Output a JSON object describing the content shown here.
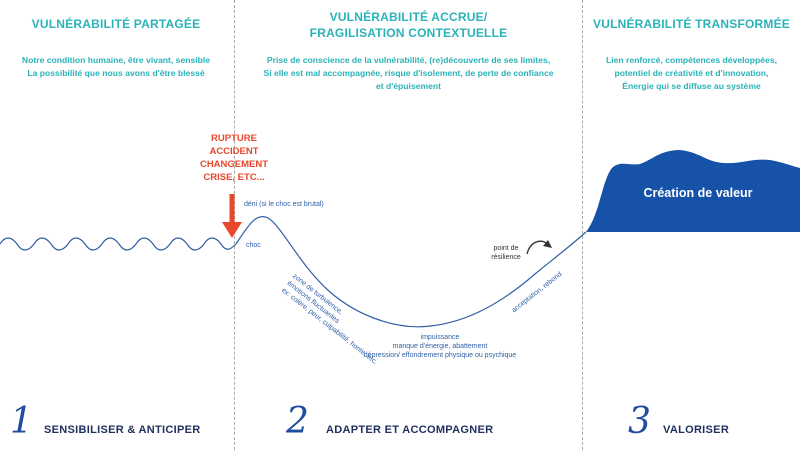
{
  "columns": [
    {
      "title": "VULNÉRABILITÉ PARTAGÉE",
      "desc": [
        "Notre condition humaine, être vivant, sensible",
        "La possibilité que nous avons d'être blessé"
      ]
    },
    {
      "title": [
        "VULNÉRABILITÉ ACCRUE/",
        "FRAGILISATION CONTEXTUELLE"
      ],
      "desc": [
        "Prise de conscience de la vulnérabilité, (re)découverte de ses limites,",
        "Si elle est mal accompagnée, risque d'isolement, de perte de confiance",
        "et d'épuisement"
      ]
    },
    {
      "title": "VULNÉRABILITÉ TRANSFORMÉE",
      "desc": [
        "Lien renforcé, compétences développées,",
        "potentiel de créativité et d'innovation,",
        "Énergie qui se diffuse au système"
      ]
    }
  ],
  "rupture": [
    "RUPTURE",
    "ACCIDENT",
    "CHANGEMENT",
    "CRISE, ETC..."
  ],
  "curve_labels": {
    "deni": "déni (si le choc est brutal)",
    "choc": "choc",
    "turbulence": [
      "zone de turbulence,",
      "émotions fluctuantes",
      "ex: colère, peur, culpabilité, honte, etc."
    ],
    "bottom": [
      "impuissance",
      "manque d'énergie, abattement",
      "dépression/ effondrement physique ou psychique"
    ],
    "resilience": [
      "point de",
      "résilience"
    ],
    "acceptation": "acceptation, rebond",
    "value": "Création de valeur"
  },
  "steps": [
    {
      "num": "1",
      "label": "SENSIBILISER & ANTICIPER"
    },
    {
      "num": "2",
      "label": "ADAPTER ET ACCOMPAGNER"
    },
    {
      "num": "3",
      "label": "VALORISER"
    }
  ],
  "colors": {
    "teal": "#2ab3b8",
    "blue": "#2f5fa6",
    "dark_blue": "#1552a8",
    "red": "#e8472c",
    "navy": "#1f2f5e"
  }
}
